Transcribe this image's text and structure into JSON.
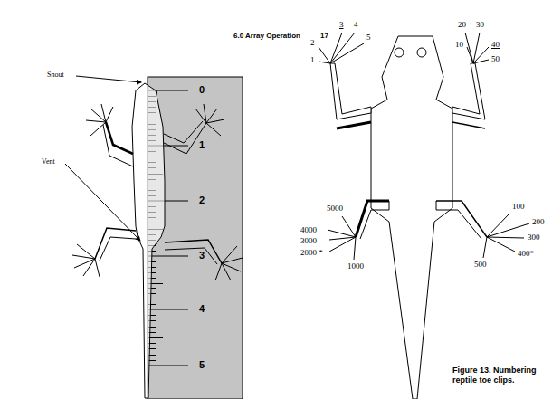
{
  "diagram": {
    "caption": "Figure 13. Numbering reptile toe clips.",
    "labels": [
      "6.0 Array Operation",
      "17",
      "Snout",
      "Vent",
      "0",
      "1",
      "2",
      "3",
      "4",
      "5",
      "3",
      "4",
      "5",
      "2",
      "1",
      "20",
      "30",
      "10",
      "40",
      "50",
      "5000",
      "4000",
      "3000",
      "2000 *",
      "1000",
      "100",
      "200",
      "300",
      "400*",
      "500"
    ]
  }
}
